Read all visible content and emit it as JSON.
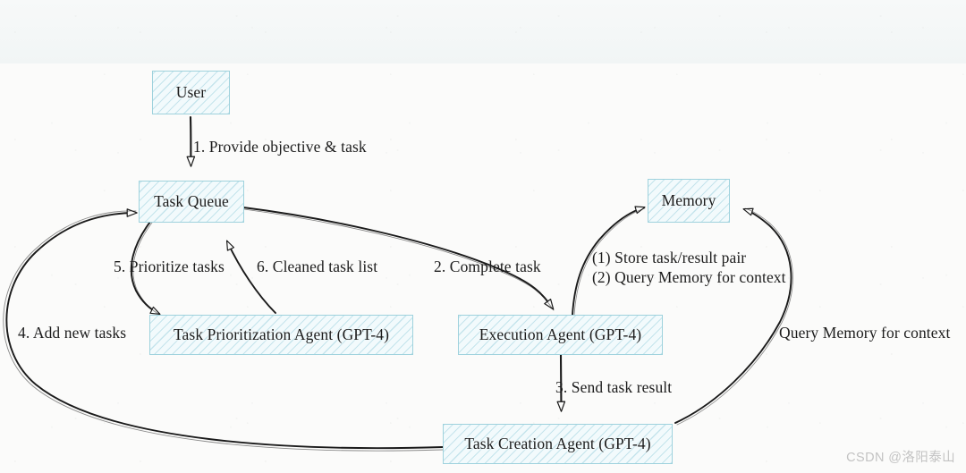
{
  "diagram": {
    "title": "BabyAGI task loop diagram",
    "style": "hand-drawn sketch",
    "colors": {
      "node_border": "#9fd2dd",
      "node_fill": "#f2fafc",
      "node_hatch": "#a0d2de",
      "stroke": "#1a1a1a",
      "text": "#1c1c1c",
      "background": "#fbfbfa",
      "watermark": "#c3c3c3"
    },
    "nodes": [
      {
        "id": "user",
        "label": "User"
      },
      {
        "id": "task_queue",
        "label": "Task Queue"
      },
      {
        "id": "memory",
        "label": "Memory"
      },
      {
        "id": "task_prioritization_agent",
        "label": "Task Prioritization Agent (GPT-4)"
      },
      {
        "id": "execution_agent",
        "label": "Execution Agent (GPT-4)"
      },
      {
        "id": "task_creation_agent",
        "label": "Task Creation Agent (GPT-4)"
      }
    ],
    "edges": [
      {
        "id": "e1",
        "label": "1. Provide objective & task",
        "from": "user",
        "to": "task_queue"
      },
      {
        "id": "e2",
        "label": "2. Complete task",
        "from": "task_queue",
        "to": "execution_agent"
      },
      {
        "id": "e3",
        "label": "3. Send task result",
        "from": "execution_agent",
        "to": "task_creation_agent"
      },
      {
        "id": "e4",
        "label": "4. Add new tasks",
        "from": "task_creation_agent",
        "to": "task_queue"
      },
      {
        "id": "e5",
        "label": "5. Prioritize tasks",
        "from": "task_queue",
        "to": "task_prioritization_agent"
      },
      {
        "id": "e6",
        "label": "6. Cleaned task list",
        "from": "task_prioritization_agent",
        "to": "task_queue"
      },
      {
        "id": "e7",
        "label": "(1) Store task/result pair",
        "from": "execution_agent",
        "to": "memory"
      },
      {
        "id": "e8",
        "label": "(2) Query Memory for context",
        "from": "memory",
        "to": "execution_agent"
      },
      {
        "id": "e9",
        "label": "Query Memory for context",
        "from": "task_creation_agent",
        "to": "memory"
      }
    ],
    "memory_note_line1": "(1) Store task/result pair",
    "memory_note_line2": "(2) Query Memory for context",
    "right_label": "Query Memory for context"
  },
  "watermark": "CSDN @洛阳泰山"
}
